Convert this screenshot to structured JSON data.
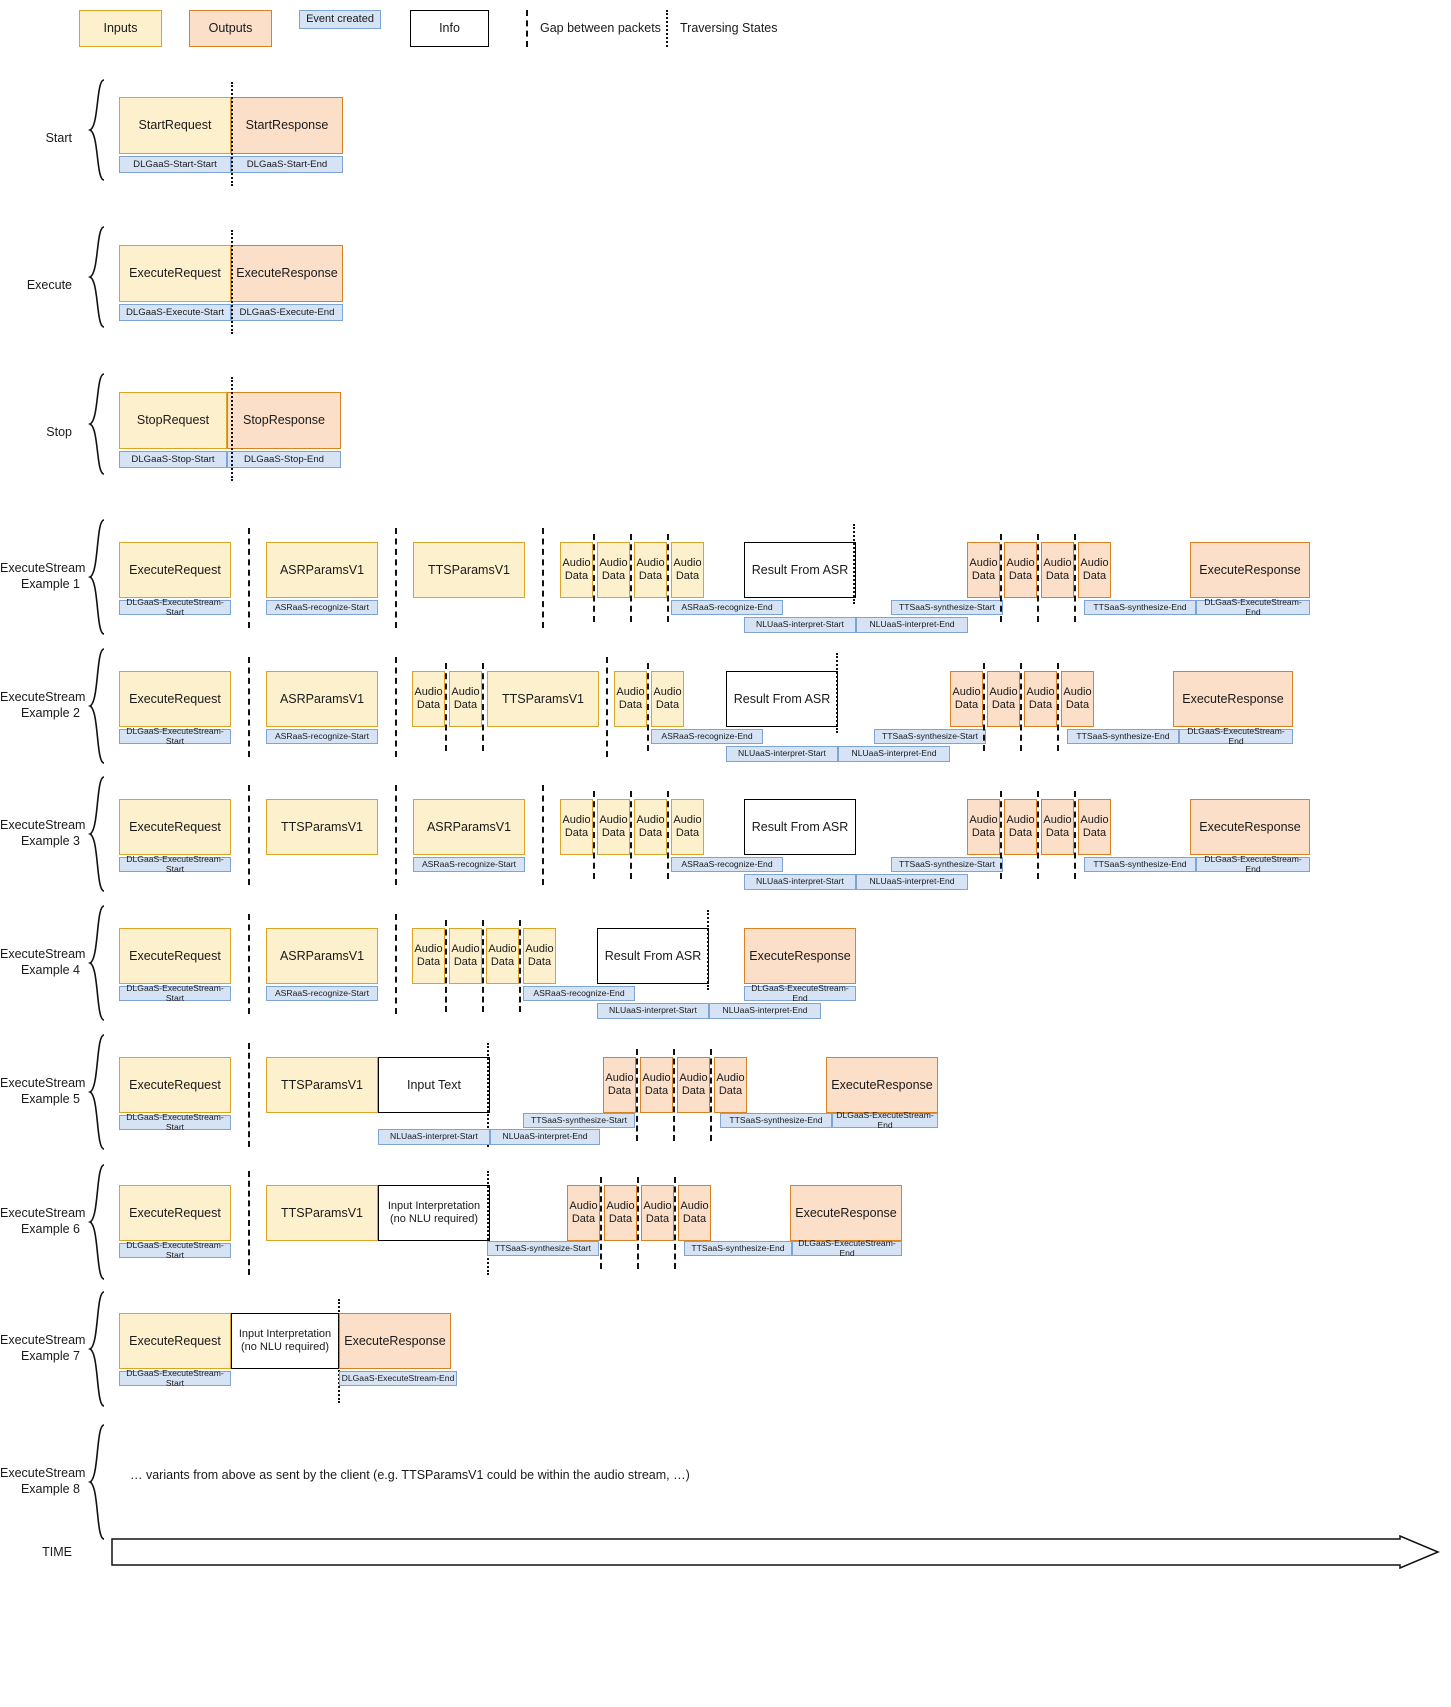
{
  "legend": {
    "items": [
      {
        "label": "Inputs",
        "kind": "inp"
      },
      {
        "label": "Outputs",
        "kind": "out"
      },
      {
        "label": "Event created",
        "kind": "evt"
      },
      {
        "label": "Info",
        "kind": "info"
      }
    ],
    "gap_label": "Gap between packets",
    "traversing_label": "Traversing States"
  },
  "rows": {
    "start": {
      "title": "Start",
      "request": "StartRequest",
      "response": "StartResponse",
      "ev_start": "DLGaaS-Start-Start",
      "ev_end": "DLGaaS-Start-End"
    },
    "execute": {
      "title": "Execute",
      "request": "ExecuteRequest",
      "response": "ExecuteResponse",
      "ev_start": "DLGaaS-Execute-Start",
      "ev_end": "DLGaaS-Execute-End"
    },
    "stop": {
      "title": "Stop",
      "request": "StopRequest",
      "response": "StopResponse",
      "ev_start": "DLGaaS-Stop-Start",
      "ev_end": "DLGaaS-Stop-End"
    },
    "ex1": {
      "title": "ExecuteStream\nExample 1"
    },
    "ex2": {
      "title": "ExecuteStream\nExample 2"
    },
    "ex3": {
      "title": "ExecuteStream\nExample 3"
    },
    "ex4": {
      "title": "ExecuteStream\nExample 4"
    },
    "ex5": {
      "title": "ExecuteStream\nExample 5"
    },
    "ex6": {
      "title": "ExecuteStream\nExample 6"
    },
    "ex7": {
      "title": "ExecuteStream\nExample 7"
    },
    "ex8": {
      "title": "ExecuteStream\nExample 8",
      "note": "… variants from above as sent by the client (e.g. TTSParamsV1 could be within the audio stream, …)"
    }
  },
  "common": {
    "execute_request": "ExecuteRequest",
    "execute_response": "ExecuteResponse",
    "asr_params": "ASRParamsV1",
    "tts_params": "TTSParamsV1",
    "audio_data": "Audio\nData",
    "result_from_asr": "Result From ASR",
    "input_text": "Input Text",
    "input_interpretation": "Input Interpretation\n(no NLU required)",
    "ev_stream_start": "DLGaaS-ExecuteStream-Start",
    "ev_stream_end": "DLGaaS-ExecuteStream-End",
    "ev_asr_start": "ASRaaS-recognize-Start",
    "ev_asr_end": "ASRaaS-recognize-End",
    "ev_nlu_start": "NLUaaS-interpret-Start",
    "ev_nlu_end": "NLUaaS-interpret-End",
    "ev_tts_start": "TTSaaS-synthesize-Start",
    "ev_tts_end": "TTSaaS-synthesize-End"
  },
  "time_axis": {
    "label": "TIME"
  },
  "colors": {
    "inputs_fill": "#fdf0cd",
    "inputs_stroke": "#d9a428",
    "outputs_fill": "#fbdfc9",
    "outputs_stroke": "#d98224",
    "event_fill": "#d6e3f5",
    "event_stroke": "#7ea4d6",
    "info_fill": "#ffffff",
    "info_stroke": "#000000"
  }
}
